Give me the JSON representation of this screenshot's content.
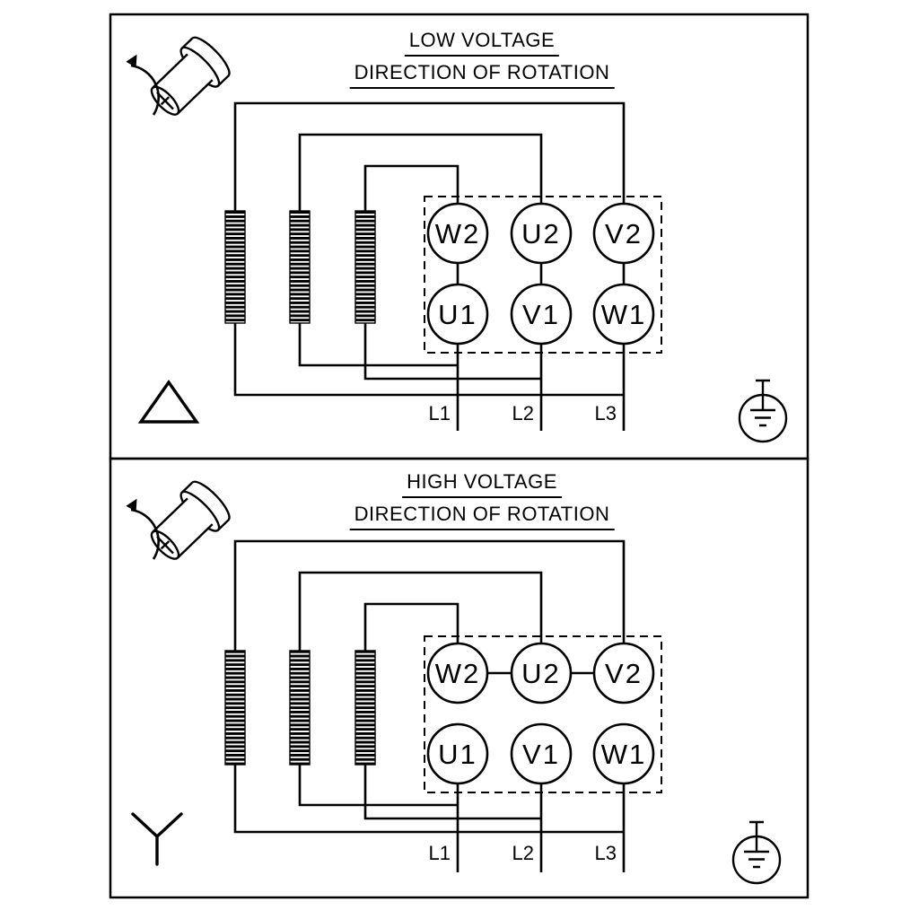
{
  "colors": {
    "background": "#ffffff",
    "line": "#000000"
  },
  "panels": [
    {
      "name": "low-voltage",
      "title": "LOW VOLTAGE",
      "subtitle": "DIRECTION OF ROTATION",
      "connection_type": "delta",
      "terminals_top": [
        "W2",
        "U2",
        "V2"
      ],
      "terminals_bottom": [
        "U1",
        "V1",
        "W1"
      ],
      "supply_lines": [
        "L1",
        "L2",
        "L3"
      ],
      "icons": [
        "rotation-direction-arrow",
        "motor-shaft",
        "delta-symbol",
        "ground-symbol"
      ]
    },
    {
      "name": "high-voltage",
      "title": "HIGH VOLTAGE",
      "subtitle": "DIRECTION OF ROTATION",
      "connection_type": "star",
      "terminals_top": [
        "W2",
        "U2",
        "V2"
      ],
      "terminals_bottom": [
        "U1",
        "V1",
        "W1"
      ],
      "supply_lines": [
        "L1",
        "L2",
        "L3"
      ],
      "icons": [
        "rotation-direction-arrow",
        "motor-shaft",
        "star-symbol",
        "ground-symbol"
      ]
    }
  ]
}
